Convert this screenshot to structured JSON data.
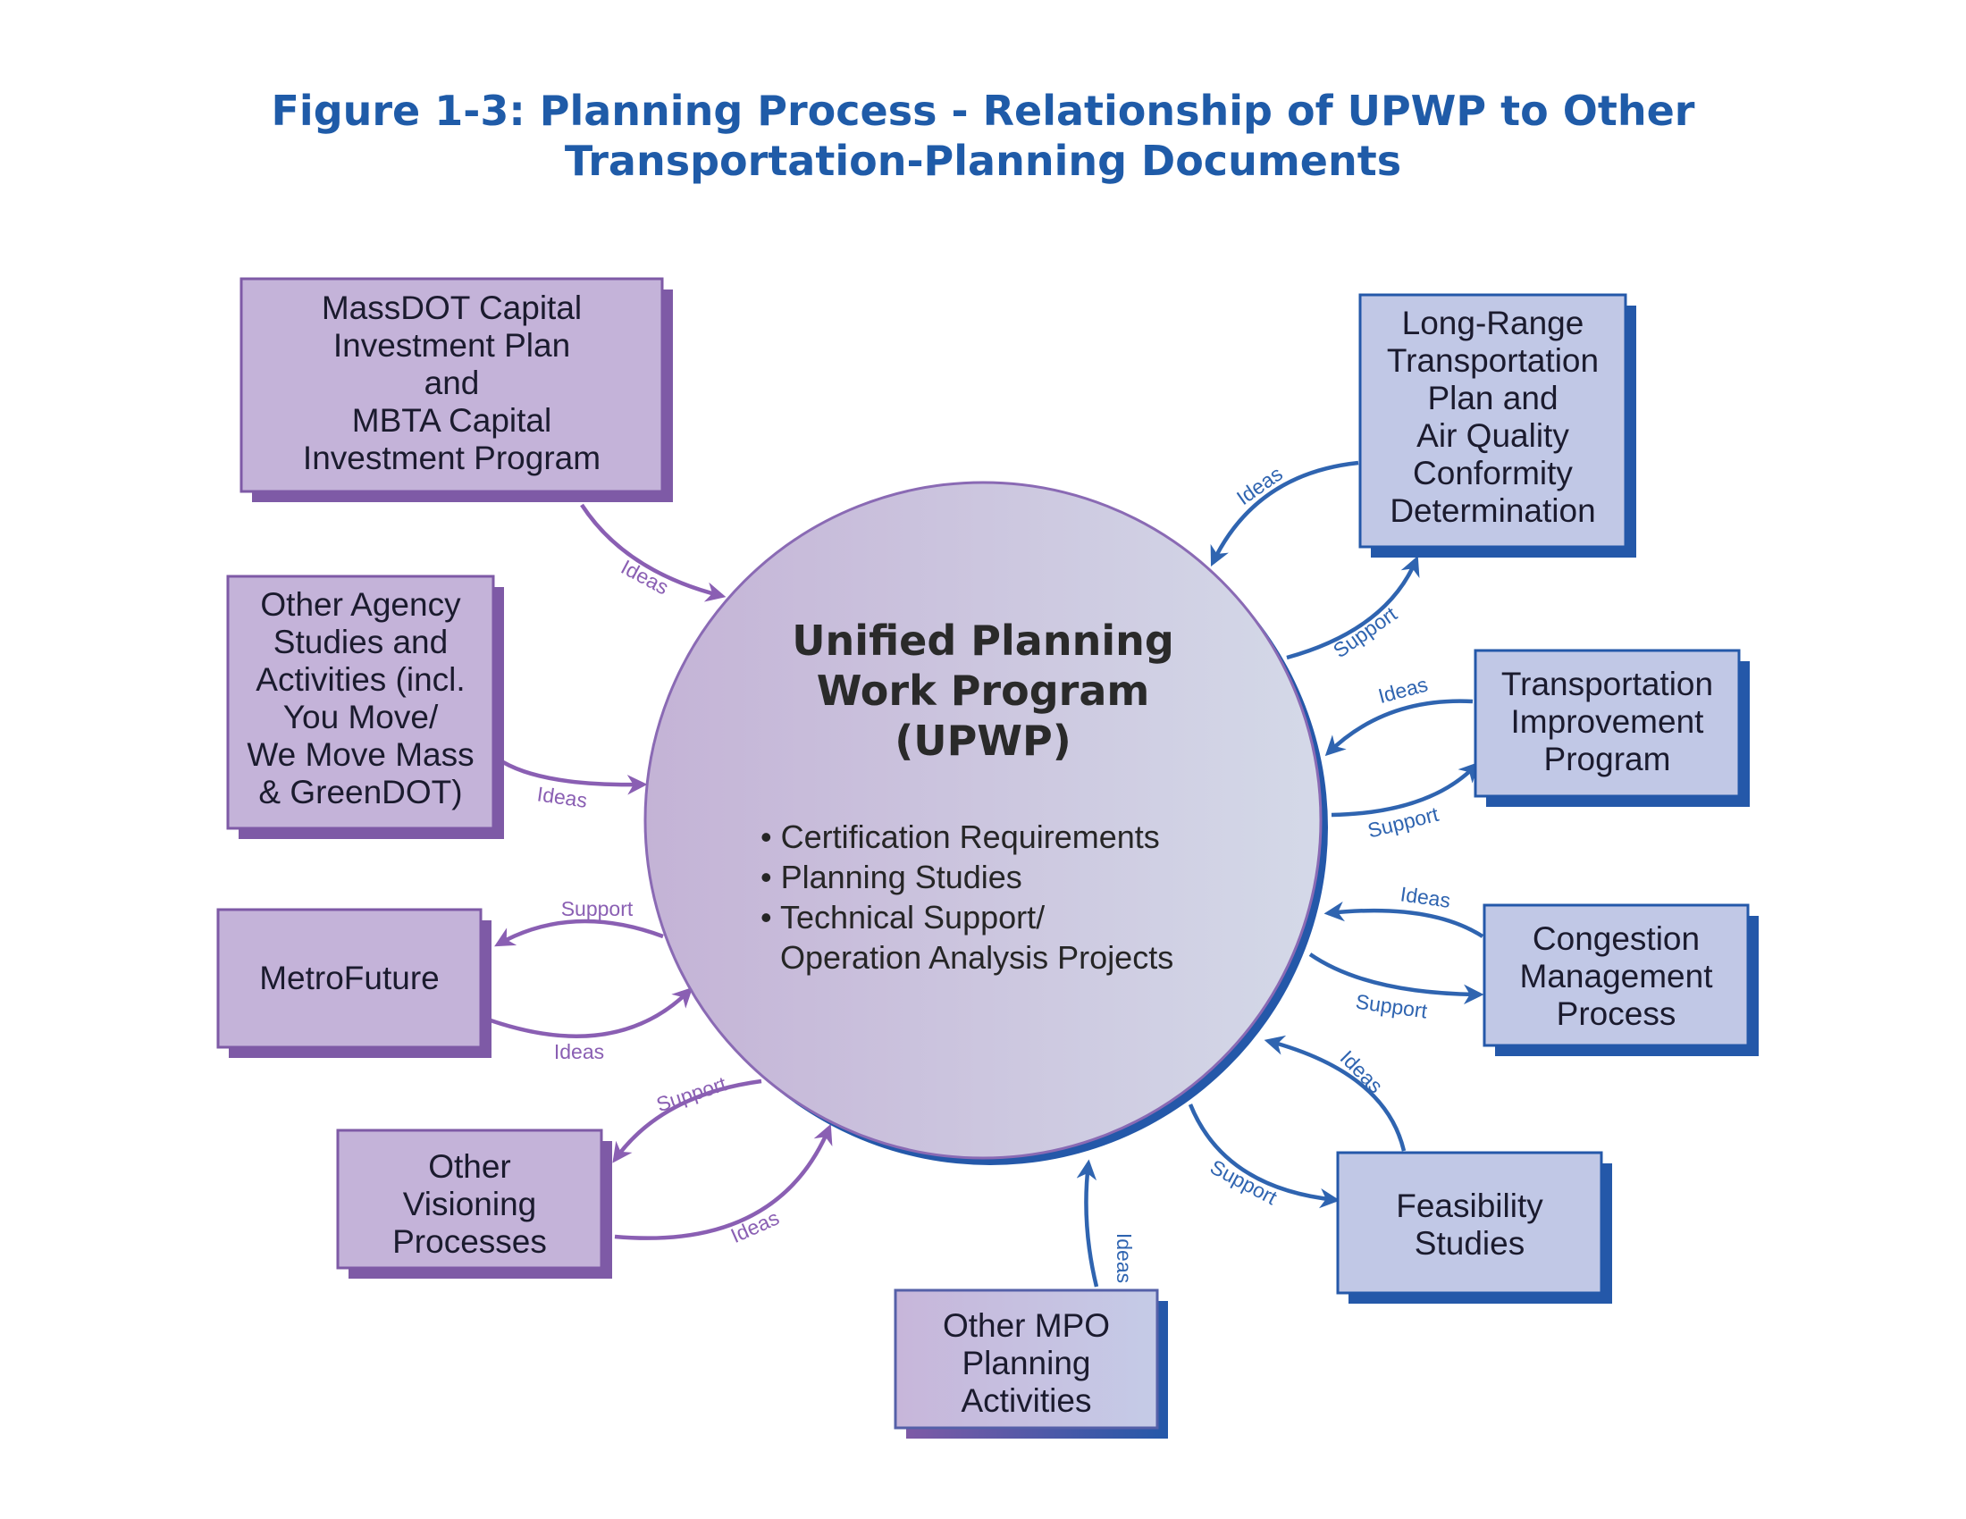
{
  "title": {
    "line1": "Figure 1-3: Planning Process - Relationship of UPWP to Other",
    "line2": "Transportation-Planning Documents"
  },
  "center": {
    "title_lines": [
      "Unified Planning",
      "Work Program",
      "(UPWP)"
    ],
    "bullets": [
      "• Certification Requirements",
      "• Planning Studies",
      "• Technical Support/",
      "  Operation Analysis Projects"
    ]
  },
  "nodes": {
    "massdot": {
      "lines": [
        "MassDOT Capital",
        "Investment Plan",
        "and",
        "MBTA Capital",
        "Investment Program"
      ]
    },
    "other_agency": {
      "lines": [
        "Other Agency",
        "Studies and",
        "Activities (incl.",
        "You Move/",
        "We Move Mass",
        "& GreenDOT)"
      ]
    },
    "metrofuture": {
      "lines": [
        "MetroFuture"
      ]
    },
    "other_visioning": {
      "lines": [
        "Other",
        "Visioning",
        "Processes"
      ]
    },
    "other_mpo": {
      "lines": [
        "Other MPO",
        "Planning",
        "Activities"
      ]
    },
    "lrtp": {
      "lines": [
        "Long-Range",
        "Transportation",
        "Plan and",
        "Air Quality",
        "Conformity",
        "Determination"
      ]
    },
    "tip": {
      "lines": [
        "Transportation",
        "Improvement",
        "Program"
      ]
    },
    "cmp": {
      "lines": [
        "Congestion",
        "Management",
        "Process"
      ]
    },
    "feasibility": {
      "lines": [
        "Feasibility",
        "Studies"
      ]
    }
  },
  "edge_labels": {
    "ideas": "Ideas",
    "support": "Support"
  },
  "colors": {
    "title": "#1f5ba8",
    "purple_fill": "#c4b3d9",
    "purple_shadow": "#7e5aa6",
    "purple_arrow": "#8a5fb3",
    "blue_fill": "#c1c8e6",
    "blue_shadow": "#2458a9",
    "blue_arrow": "#2f64b0",
    "circle_left": "#c4b3d6",
    "circle_right": "#d4d9e8"
  }
}
